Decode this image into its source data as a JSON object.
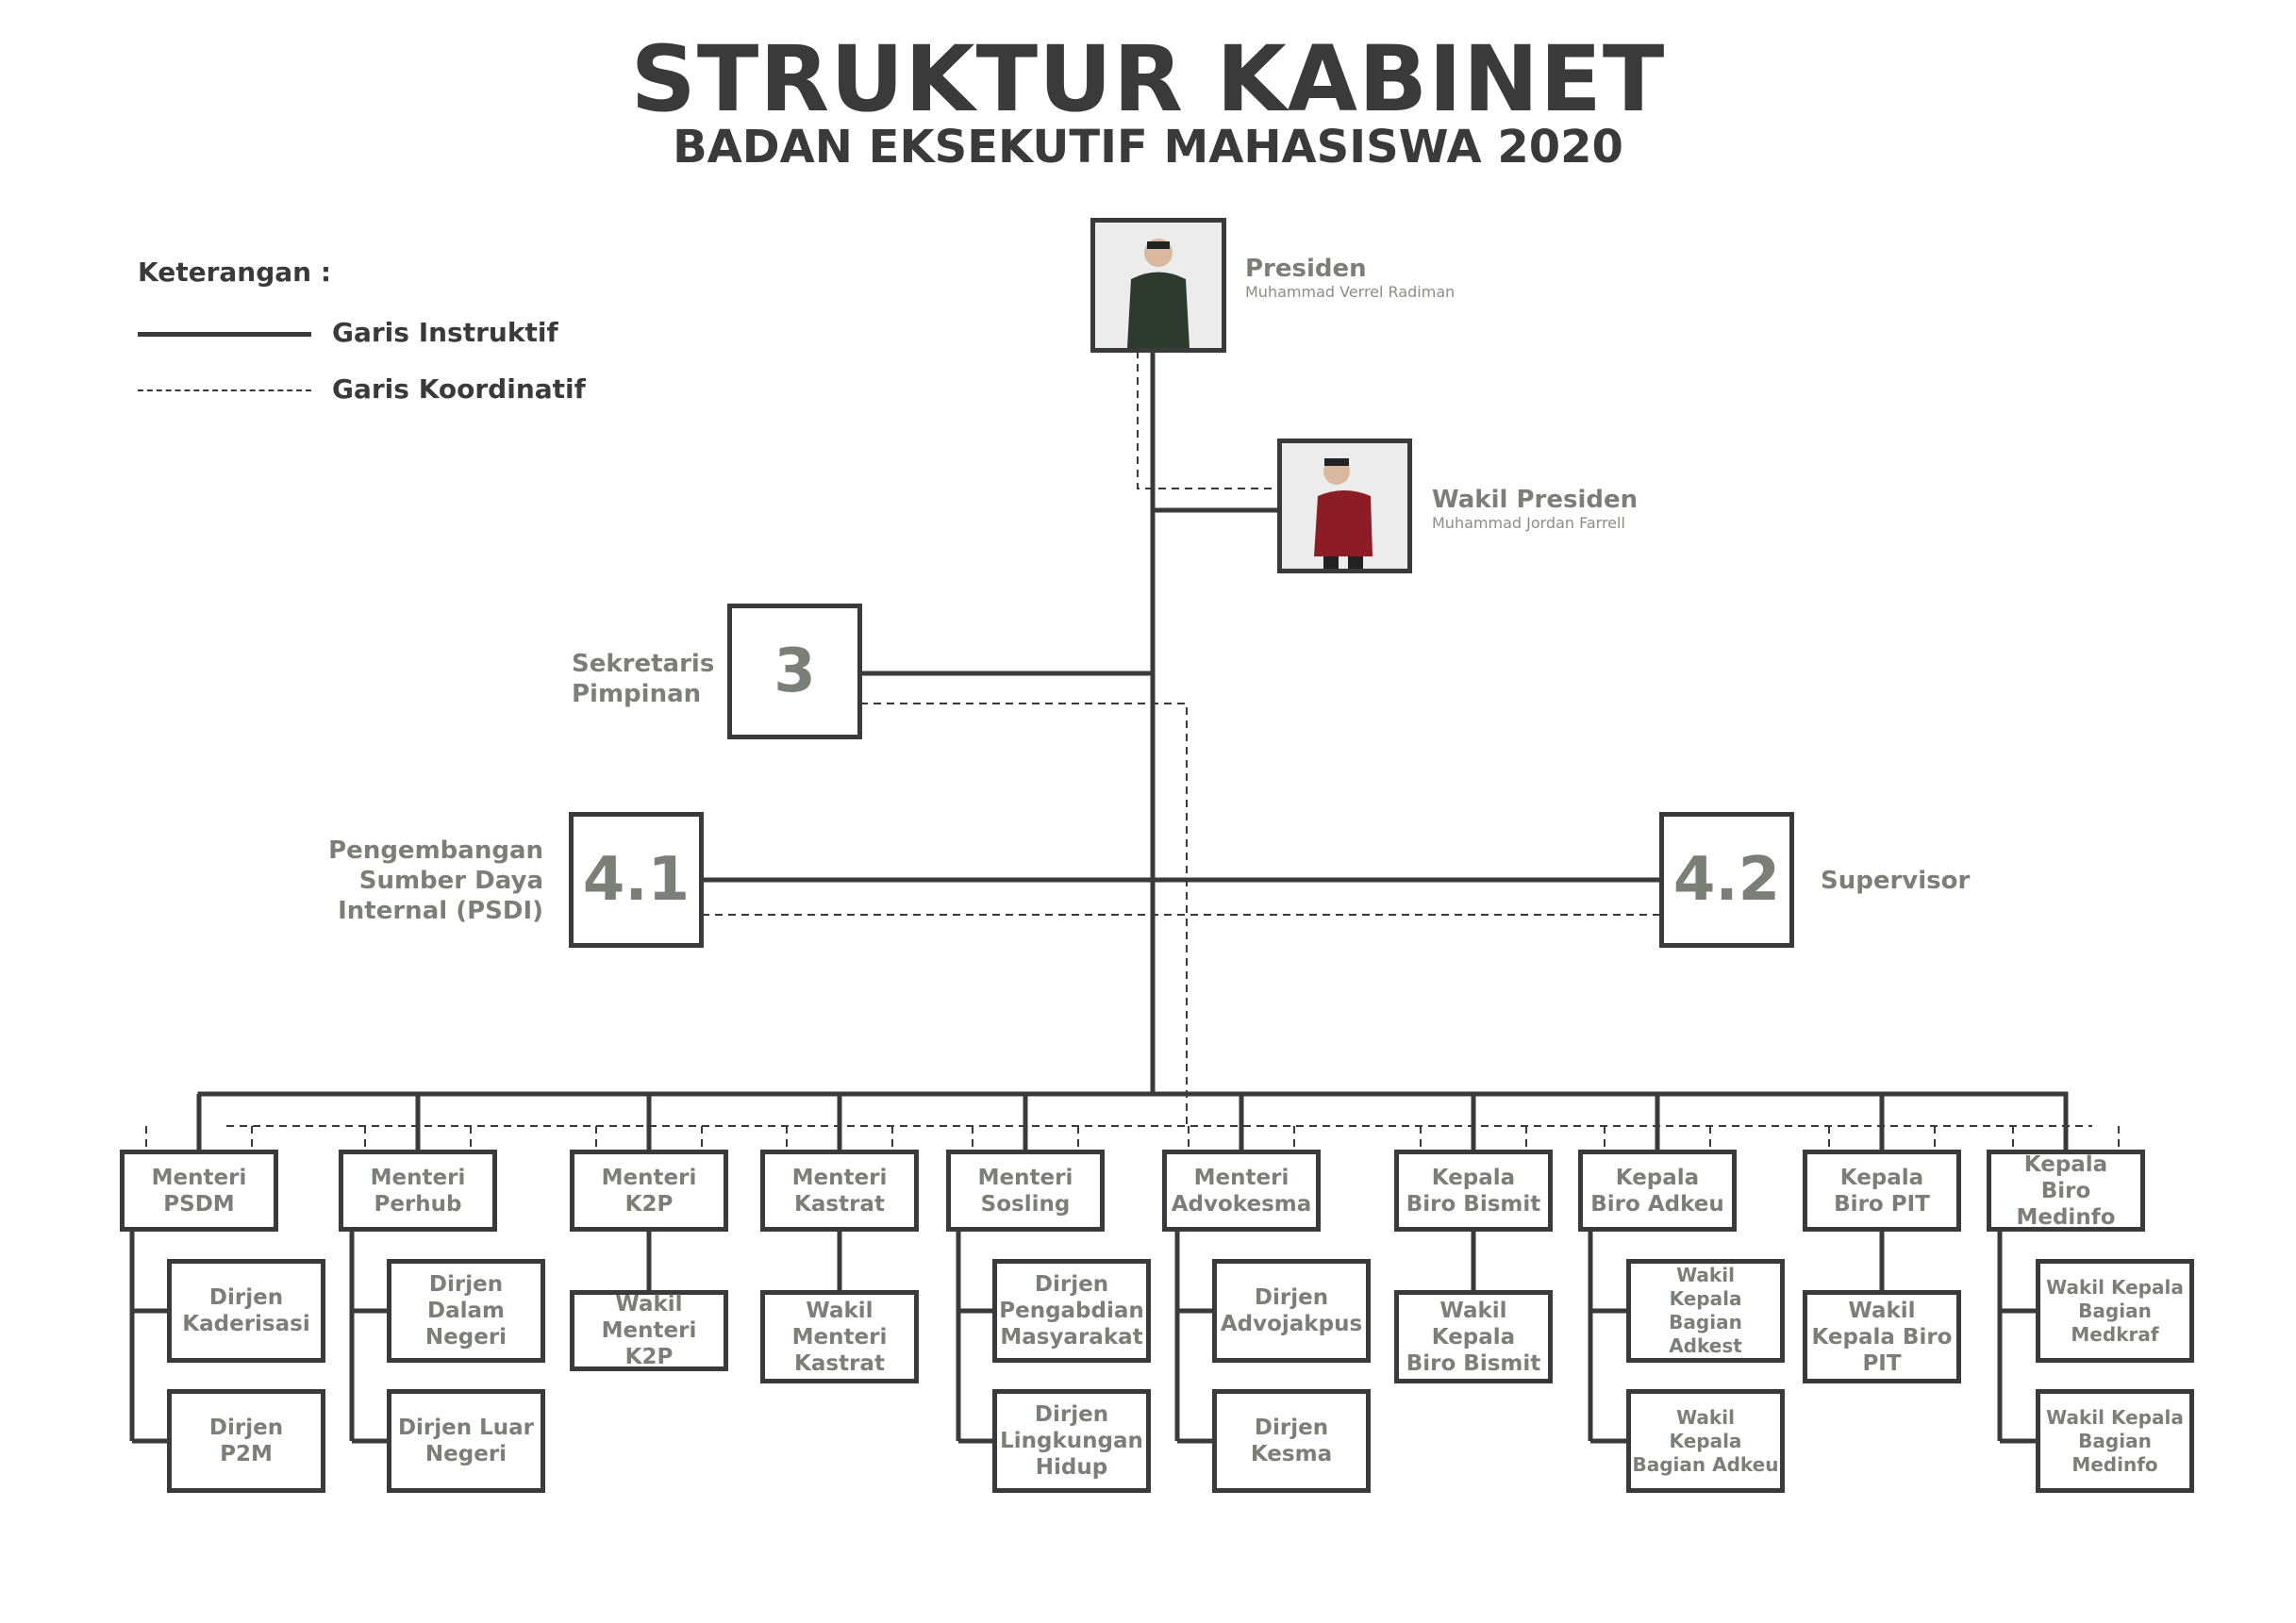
{
  "title": "STRUKTUR KABINET",
  "subtitle": "BADAN EKSEKUTIF MAHASISWA 2020",
  "legend": {
    "heading": "Keterangan :",
    "solid_label": "Garis Instruktif",
    "dashed_label": "Garis Koordinatif"
  },
  "colors": {
    "line": "#3a3a3a",
    "label": "#7b8076",
    "shirt_president": "#2f3a2f",
    "shirt_vice": "#8c1d26"
  },
  "president": {
    "role": "Presiden",
    "name": "Muhammad Verrel Radiman",
    "photo_icon": "person-photo"
  },
  "vice_president": {
    "role": "Wakil Presiden",
    "name": "Muhammad Jordan Farrell",
    "photo_icon": "person-photo"
  },
  "secretary": {
    "number": "3",
    "label": "Sekretaris\nPimpinan"
  },
  "psdi": {
    "number": "4.1",
    "label": "Pengembangan\nSumber Daya\nInternal (PSDI)"
  },
  "supervisor": {
    "number": "4.2",
    "label": "Supervisor"
  },
  "units": [
    {
      "head": "Menteri\nPSDM",
      "subs": [
        "Dirjen\nKaderisasi",
        "Dirjen\nP2M"
      ]
    },
    {
      "head": "Menteri\nPerhub",
      "subs": [
        "Dirjen\nDalam\nNegeri",
        "Dirjen Luar\nNegeri"
      ]
    },
    {
      "head": "Menteri\nK2P",
      "subs": [
        "Wakil\nMenteri K2P"
      ]
    },
    {
      "head": "Menteri\nKastrat",
      "subs": [
        "Wakil\nMenteri\nKastrat"
      ]
    },
    {
      "head": "Menteri\nSosling",
      "subs": [
        "Dirjen\nPengabdian\nMasyarakat",
        "Dirjen\nLingkungan\nHidup"
      ]
    },
    {
      "head": "Menteri\nAdvokesma",
      "subs": [
        "Dirjen\nAdvojakpus",
        "Dirjen\nKesma"
      ]
    },
    {
      "head": "Kepala\nBiro Bismit",
      "subs": [
        "Wakil\nKepala\nBiro Bismit"
      ]
    },
    {
      "head": "Kepala\nBiro Adkeu",
      "subs": [
        "Wakil\nKepala\nBagian Adkest",
        "Wakil\nKepala\nBagian Adkeu"
      ]
    },
    {
      "head": "Kepala\nBiro PIT",
      "subs": [
        "Wakil\nKepala Biro\nPIT"
      ]
    },
    {
      "head": "Kepala\nBiro Medinfo",
      "subs": [
        "Wakil  Kepala\nBagian\nMedkraf",
        "Wakil Kepala\nBagian\nMedinfo"
      ]
    }
  ]
}
